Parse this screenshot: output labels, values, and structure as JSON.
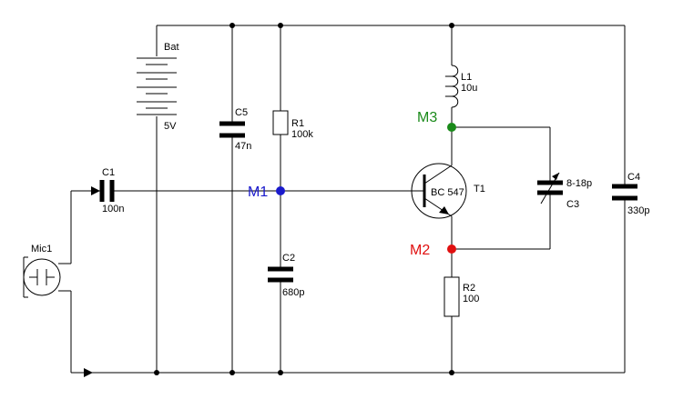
{
  "components": {
    "bat": {
      "name": "Bat",
      "value": "5V"
    },
    "c5": {
      "name": "C5",
      "value": "47n"
    },
    "r1": {
      "name": "R1",
      "value": "100k"
    },
    "c1": {
      "name": "C1",
      "value": "100n"
    },
    "c2": {
      "name": "C2",
      "value": "680p"
    },
    "l1": {
      "name": "L1",
      "value": "10u"
    },
    "t1": {
      "name": "T1",
      "part": "BC 547"
    },
    "c3": {
      "name": "C3",
      "value": "8-18p"
    },
    "r2": {
      "name": "R2",
      "value": "100"
    },
    "c4": {
      "name": "C4",
      "value": "330p"
    },
    "mic": {
      "name": "Mic1"
    }
  },
  "measure_points": {
    "m1": {
      "label": "M1",
      "color": "#1a1acc"
    },
    "m2": {
      "label": "M2",
      "color": "#e01010"
    },
    "m3": {
      "label": "M3",
      "color": "#1a8a1a"
    }
  }
}
